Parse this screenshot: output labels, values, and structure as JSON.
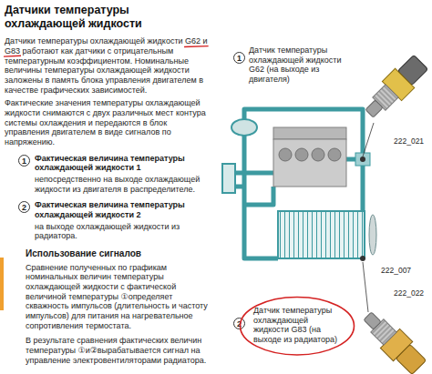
{
  "diagram": {
    "title": "Датчики температуры охлаждающей жидкости",
    "nodes": [
      {
        "text": [
          "Датчик температуры охлаждающей жидкости G83 (на выходе из радиатора)"
        ]
      }
    ],
    "labels": [
      "Датчики температуры охлаждающей жидкости G62 и G83 работают как датчики с отрицательным температурным коэффициентом. Номинальные величины температуры охлаждающей жидкости заложены в память блока управления двигателем в качестве графических зависимостей.",
      "Фактические значения температуры охлаждающей жидкости снимаются с двух различных мест контура системы охлаждения и передаются в блок управления двигателем в виде сигналов по напряжению.",
      "1",
      "Фактическая величина температуры охлаждающей жидкости 1",
      "непосредственно на выходе охлаждающей жидкости из двигателя в распределителе.",
      "2",
      "Фактическая величина температуры охлаждающей жидкости 2",
      "на выходе охлаждающей жидкости из радиатора.",
      "Использование сигналов",
      "Сравнение полученных по графикам номинальных величин температуры охлаждающей жидкости с фактической величиной температуры ①определяет скважность импульсов (длительность и частоту импульсов) для питания на нагревательное сопротивления термостата.",
      "В результате сравнения фактических величин температуры ①и②вырабатывается сигнал на управление электровентиляторами радиатора.",
      "1",
      "Датчик температуры охлаждающей жидкости G62 (на выходе из двигателя)",
      "222_021",
      "222_007",
      "222_022",
      "2"
    ]
  }
}
